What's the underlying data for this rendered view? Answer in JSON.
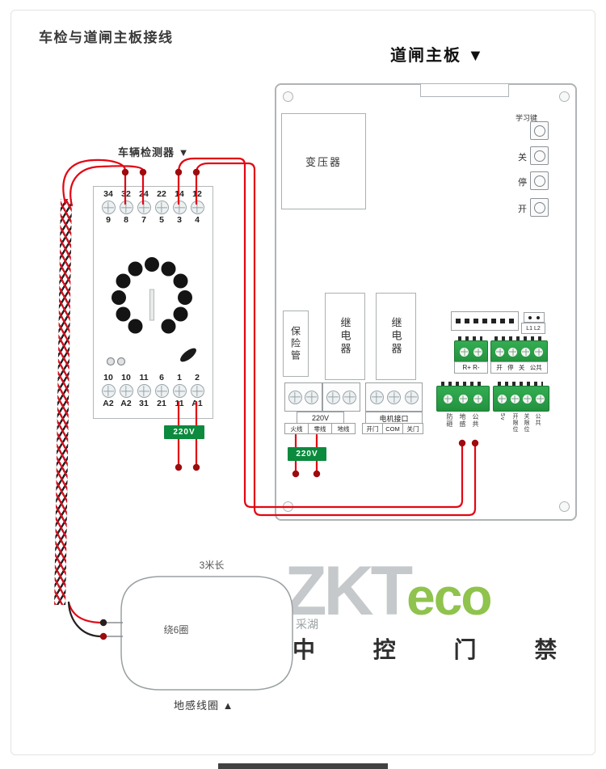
{
  "page": {
    "title": "车检与道闸主板接线",
    "board_title": "道闸主板 ▼"
  },
  "detector": {
    "label": "车辆检测器 ▼",
    "top_row1": [
      "34",
      "32",
      "24",
      "22",
      "14",
      "12"
    ],
    "top_row2": [
      "9",
      "8",
      "7",
      "5",
      "3",
      "4"
    ],
    "bottom_row1": [
      "10",
      "10",
      "11",
      "6",
      "1",
      "2"
    ],
    "bottom_row2": [
      "A2",
      "A2",
      "31",
      "21",
      "11",
      "A1"
    ],
    "power_label": "220V"
  },
  "board": {
    "transformer": "变压器",
    "fuse": "保险管",
    "relay1": "继电器",
    "relay2": "继电器",
    "buttons": {
      "learn": "学习键",
      "close": "关",
      "stop": "停",
      "open": "开"
    },
    "l1l2": "L1 L2",
    "r_terminals": "R+ R-",
    "osk_labels": [
      "开",
      "停",
      "关",
      "公共"
    ],
    "power_section": {
      "title": "220V",
      "cells": [
        "火线",
        "零线",
        "地线"
      ]
    },
    "motor_section": {
      "title": "电机接口",
      "cells": [
        "开门",
        "COM",
        "关门"
      ]
    },
    "sensor_labels": [
      "防砸",
      "地感",
      "公共"
    ],
    "limit_labels": [
      "5v",
      "开限位",
      "关限位",
      "公共"
    ],
    "power_label": "220V"
  },
  "coil": {
    "length_label": "3米长",
    "turns_label": "绕6圈",
    "name_label": "地感线圈 ▲"
  },
  "watermark": {
    "logo_gray": "ZKT",
    "logo_green": "eco",
    "cn": "中 控 门 禁",
    "small": "采湖"
  }
}
